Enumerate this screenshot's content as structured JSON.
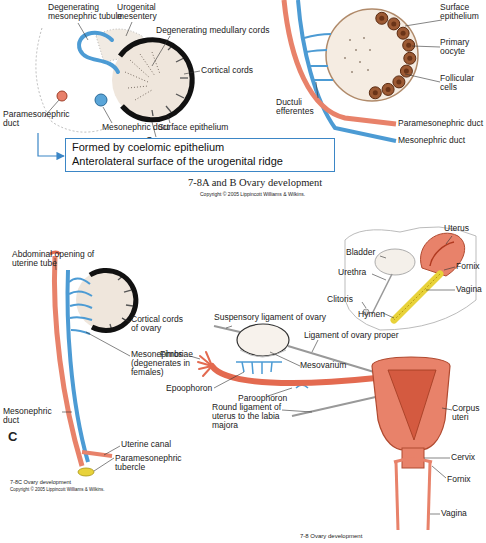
{
  "diagram": {
    "nodes": [
      {
        "text": [
          "Formed by coelomic epithelium",
          "Anterolateral surface of the urogenital ridge"
        ]
      }
    ],
    "labels": [
      "Degenerating mesonephric tubule",
      "Urogenital mesentery",
      "Surface epithelium",
      "Degenerating medullary cords",
      "Primary oocyte",
      "Cortical cords",
      "Follicular cells",
      "Ductuli efferentes",
      "Paramesonephric duct",
      "Mesonephric duct",
      "Surface epithelium",
      "Paramesonephric duct",
      "Ovary",
      "Mesonephric duct",
      "7-8A and B Ovary development",
      "Copyright © 2005 Lippincott Williams & Wilkins.",
      "Uterus",
      "Abdominal opening of uterine tube",
      "Bladder",
      "Fornix",
      "Urethra",
      "Vagina",
      "Clitoris",
      "Hymen",
      "Suspensory ligament of ovary",
      "Ligament of ovary proper",
      "Cortical cords of ovary",
      "Fimbriae",
      "Mesovarium",
      "Mesonephros (degenerates in females)",
      "Epoophoron",
      "Paroophoron",
      "Round ligament of uterus to the labia majora",
      "Mesonephric duct",
      "Corpus uteri",
      "C",
      "Uterine canal",
      "Paramesonephric tubercle",
      "Cervix",
      "Fornix",
      "7-8C Ovary development",
      "Copyright © 2005 Lippincott Williams & Wilkins.",
      "Vagina",
      "7-8   Ovary development"
    ]
  }
}
